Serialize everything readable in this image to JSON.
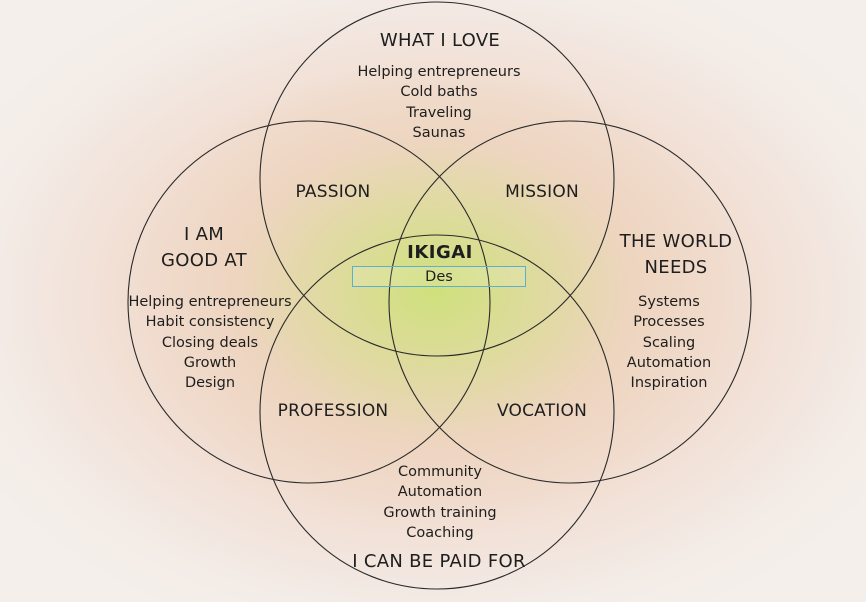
{
  "love": {
    "heading": "WHAT I LOVE",
    "items": [
      "Helping entrepreneurs",
      "Cold baths",
      "Traveling",
      "Saunas"
    ]
  },
  "good_at": {
    "heading_line1": "I AM",
    "heading_line2": "GOOD AT",
    "items": [
      "Helping entrepreneurs",
      "Habit consistency",
      "Closing deals",
      "Growth",
      "Design"
    ]
  },
  "world_needs": {
    "heading_line1": "THE WORLD",
    "heading_line2": "NEEDS",
    "items": [
      "Systems",
      "Processes",
      "Scaling",
      "Automation",
      "Inspiration"
    ]
  },
  "paid_for": {
    "heading": "I CAN BE PAID FOR",
    "items": [
      "Community",
      "Automation",
      "Growth training",
      "Coaching"
    ]
  },
  "overlaps": {
    "passion": "PASSION",
    "mission": "MISSION",
    "profession": "PROFESSION",
    "vocation": "VOCATION"
  },
  "ikigai": {
    "title": "IKIGAI",
    "value": "Des"
  },
  "colors": {
    "circle_stroke": "#2a2a2a",
    "input_border": "#5cb0cf",
    "center_glow": "#cfe07a",
    "outer_tint": "#f0d2c0"
  }
}
